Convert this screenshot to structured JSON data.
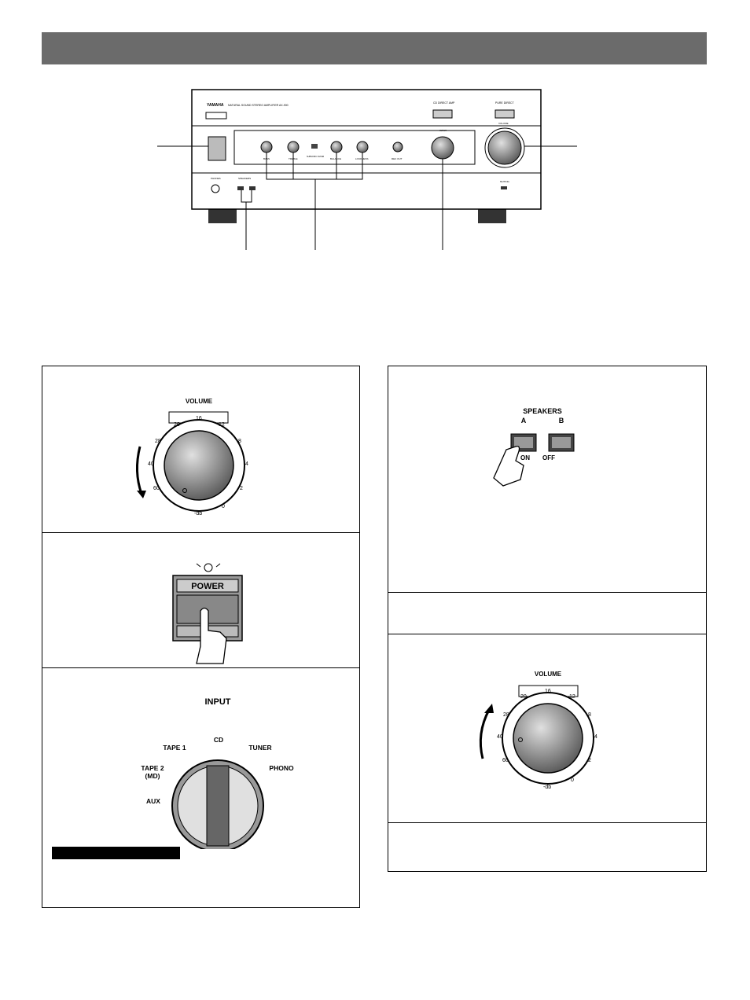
{
  "amp": {
    "brand": "YAMAHA",
    "model_line": "NATURAL SOUND STEREO AMPLIFIER AX-900",
    "cd_direct_label": "CD DIRECT AMP",
    "pure_direct_label": "PURE DIRECT",
    "input_label": "INPUT",
    "volume_label": "VOLUME",
    "phones_label": "PHONES",
    "speakers_label": "SPEAKERS",
    "muting_label": "MUTING",
    "bass_label": "BASS",
    "treble_label": "TREBLE",
    "loudness_label": "LOUDNESS",
    "balance_label": "BALANCE",
    "subsonic_label": "SUBSONIC FILTER",
    "rec_out_label": "REC OUT"
  },
  "volume_dial": {
    "title": "VOLUME",
    "scale": [
      "20",
      "16",
      "12",
      "28",
      "8",
      "40",
      "4",
      "60",
      "2",
      "0",
      "-db"
    ]
  },
  "power_button": {
    "label": "POWER"
  },
  "input_selector": {
    "title": "INPUT",
    "positions": [
      "TAPE 1",
      "CD",
      "TUNER",
      "TAPE 2",
      "(MD)",
      "PHONO",
      "AUX"
    ]
  },
  "speakers_panel": {
    "title": "SPEAKERS",
    "a_label": "A",
    "b_label": "B",
    "on_label": "ON",
    "off_label": "OFF"
  },
  "volume_dial_2": {
    "title": "VOLUME"
  }
}
